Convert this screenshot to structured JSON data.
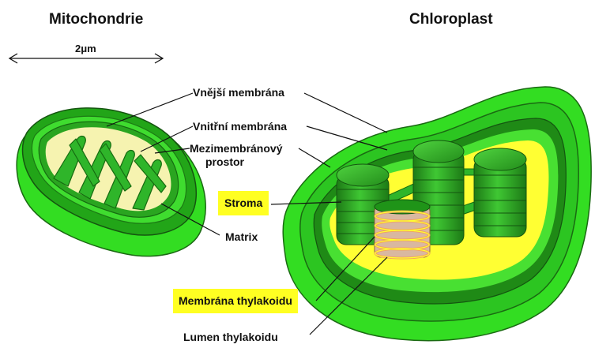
{
  "titles": {
    "left": "Mitochondrie",
    "right": "Chloroplast"
  },
  "scale_bar": {
    "label": "2μm"
  },
  "labels": {
    "outer_membrane": "Vnější membrána",
    "inner_membrane": "Vnitřní membrána",
    "intermembrane_space_line1": "Mezimembránový",
    "intermembrane_space_line2": "prostor",
    "stroma": "Stroma",
    "matrix": "Matrix",
    "thylakoid_membrane": "Membrána thylakoidu",
    "thylakoid_lumen": "Lumen thylakoidu"
  },
  "colors": {
    "outer_green": "#33dd22",
    "dark_green": "#1e8a16",
    "mid_green": "#2fb52a",
    "matrix": "#f6f3b0",
    "stroma": "#ffff33",
    "highlight": "#ffff22",
    "lumen_fill": "#d9b8a0",
    "lumen_ring": "#f2a060"
  },
  "icons": {
    "scale_arrow": "double-arrow"
  }
}
